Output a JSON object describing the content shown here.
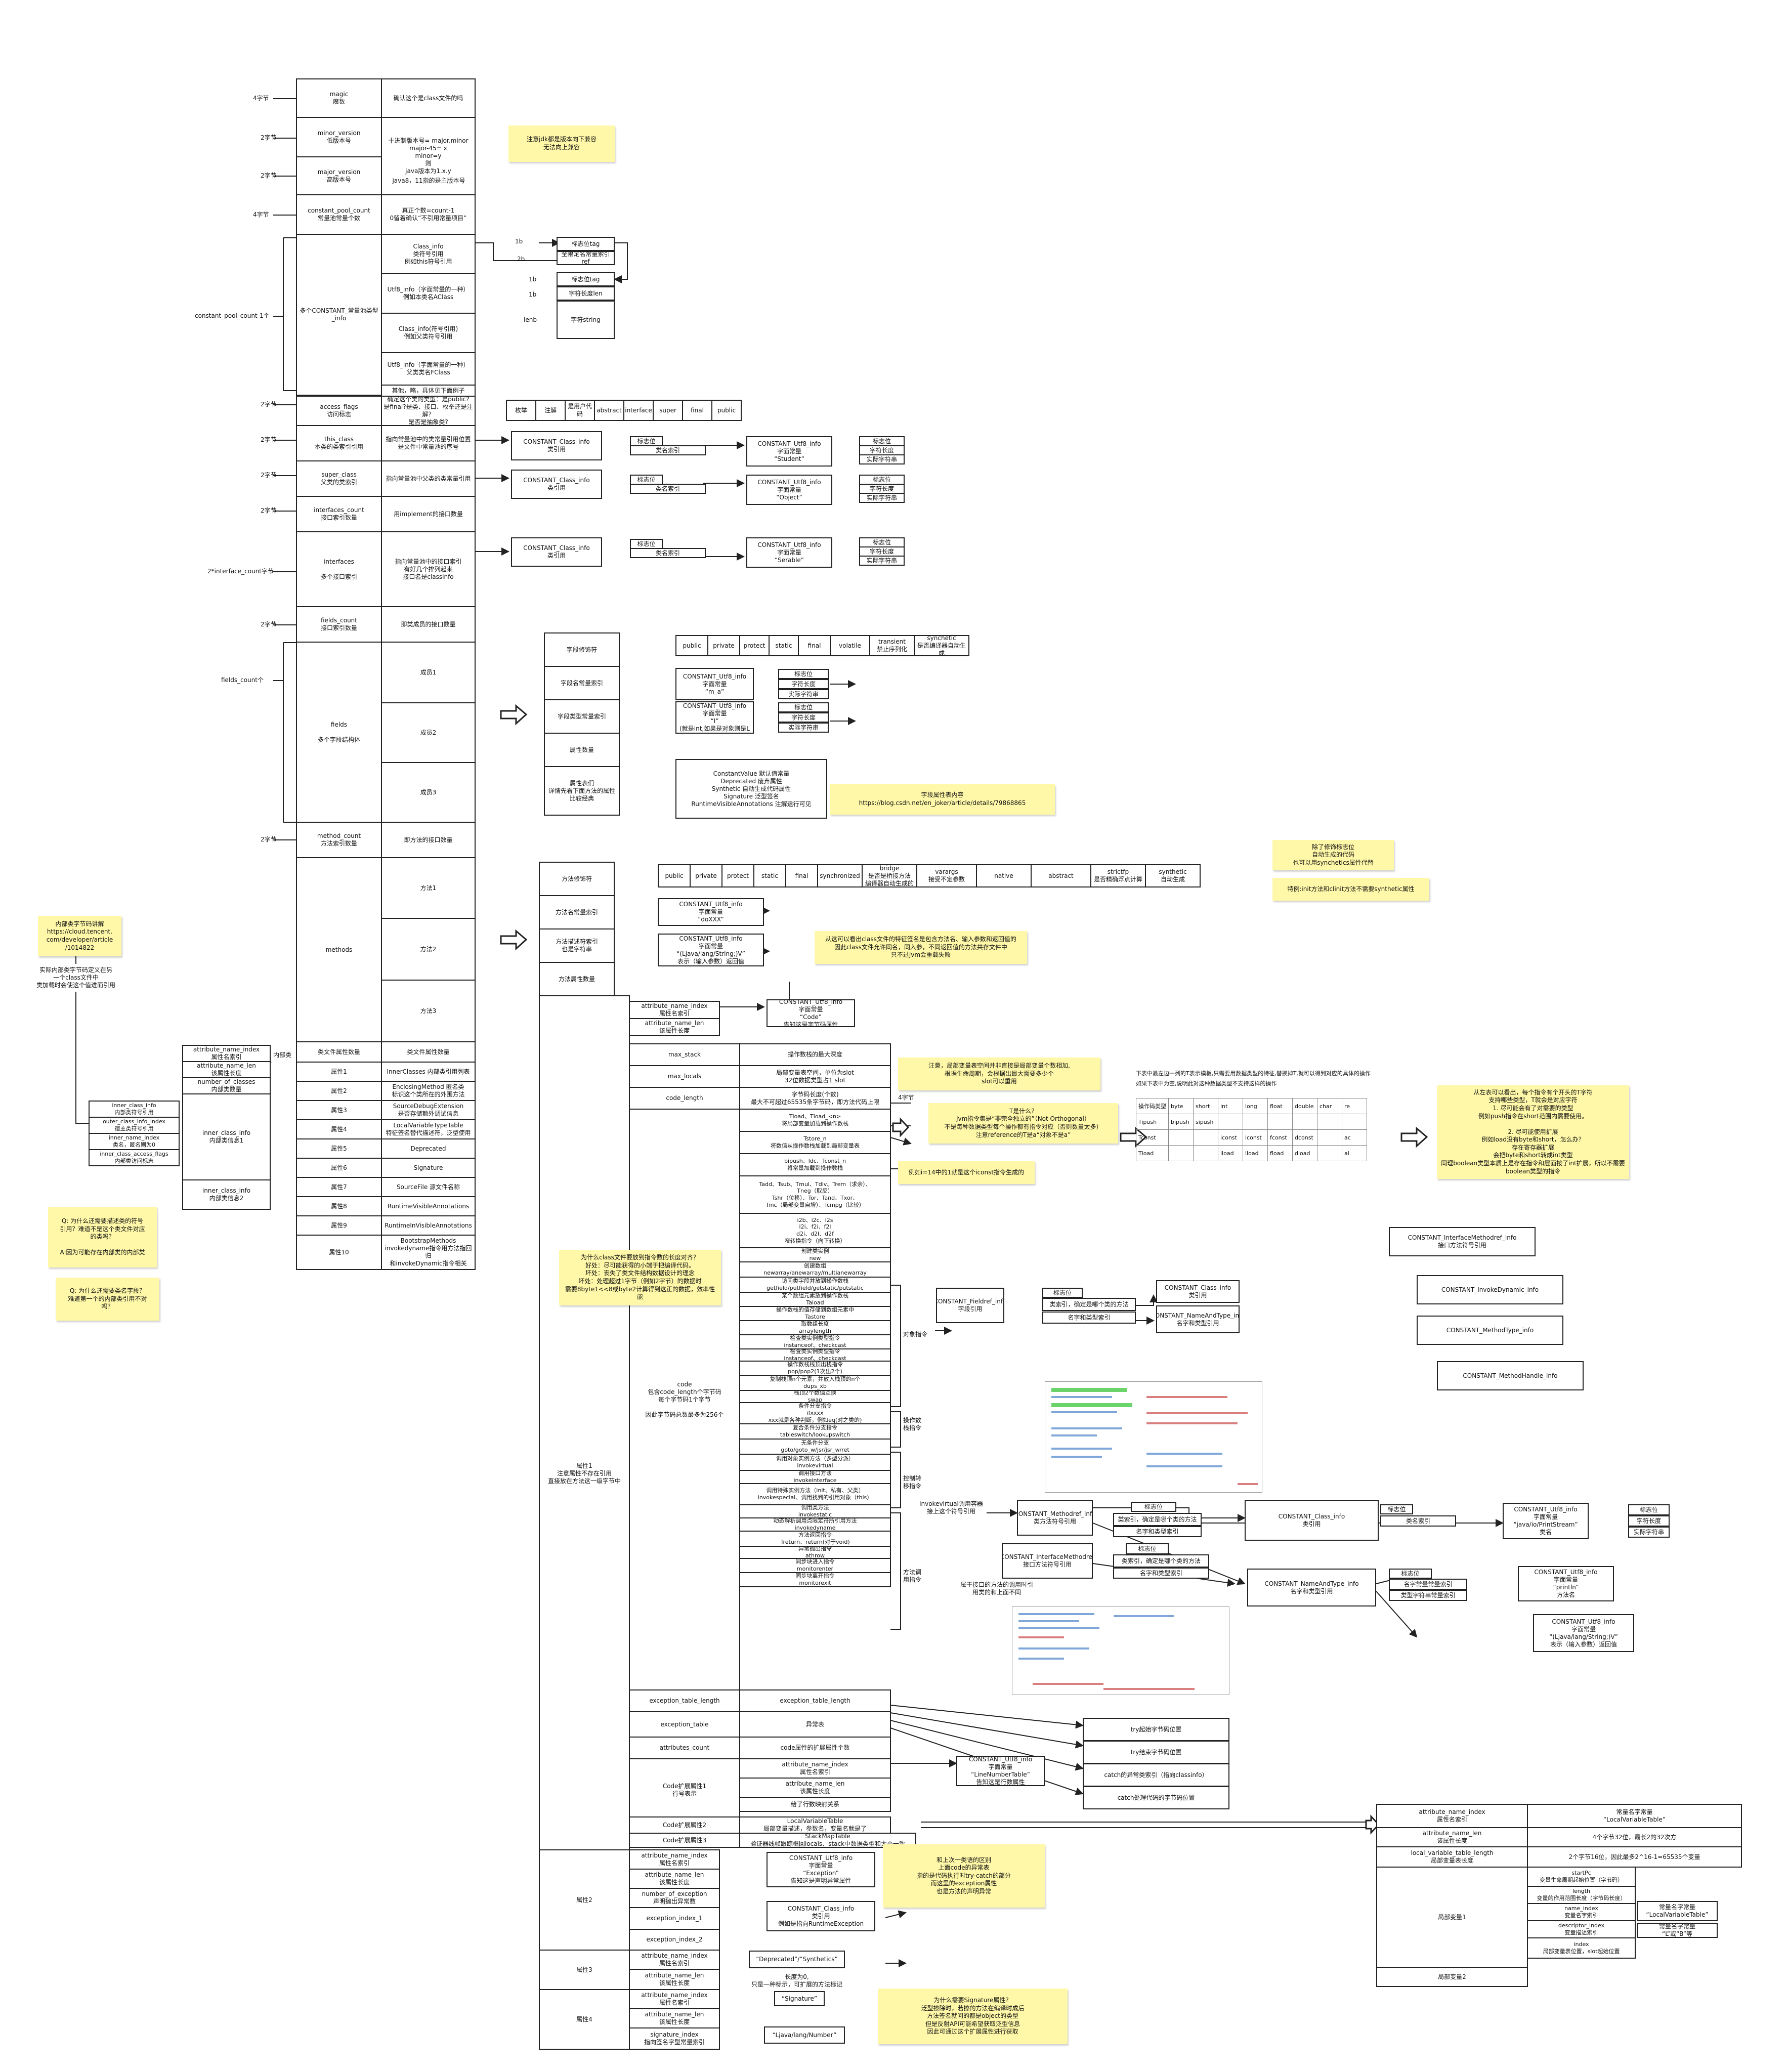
{
  "side": {
    "b4a": "4字节",
    "b2a": "2字节",
    "b2b": "2字节",
    "b4b": "4字节",
    "cp": "constant_pool_count-1个",
    "b2c": "2字节",
    "b2d": "2字节",
    "b2e": "2字节",
    "b2f": "2字节",
    "ifc": "2*interface_count字节",
    "b2g": "2字节",
    "fc": "fields_count个",
    "b2h": "2字节"
  },
  "main": {
    "magic": "magic\n魔数",
    "magic_d": "确认这个是class文件的吗",
    "minor": "minor_version\n低版本号",
    "minor_d": "十进制版本号= major.minor\nmajor-45= x\nminor=y\n则\njava版本为1.x.y",
    "major": "major_version\n高版本号",
    "major_d": "java8，11指的是主版本号",
    "cpc": "constant_pool_count\n常量池常量个数",
    "cpc_d": "真正个数=count-1\n0留着确认“不引用常量项目”",
    "cpi": "多个CONSTANT_常量池类型_info",
    "cp1": "Class_info\n类符号引用\n例如this符号引用",
    "cp2": "Utf8_info（字面常量的一种）\n例如本类名AClass",
    "cp3": "Class_info(符号引用)\n例如父类符号引用",
    "cp4": "Utf8_info（字面常量的一种）\n父类类名FClass",
    "cp5": "其他，略，具体见下面例子",
    "af": "access_flags\n访问标志",
    "af_d": "确定这个类的类型：是public?\n是final?是类、接口、枚举还是注解？\n是否是抽象类?",
    "tc": "this_class\n本类的类索引引用",
    "tc_d": "指向常量池中的类常量引用位置\n是文件中常量池的序号",
    "sc": "super_class\n父类的类索引",
    "sc_d": "指向常量池中父类的类常量引用",
    "ic": "interfaces_count\n接口索引数量",
    "ic_d": "用implement的接口数量",
    "ifs": "interfaces\n\n多个接口索引",
    "ifs_d": "指向常量池中的接口索引\n有好几个排列起来\n接口名是classinfo",
    "fcn": "fields_count\n接口索引数量",
    "fcn_d": "即类成员的接口数量",
    "fields": "fields\n\n多个字段结构体",
    "f1": "成员1",
    "f2": "成员2",
    "f3": "成员3",
    "mc": "method_count\n方法索引数量",
    "mc_d": "即方法的接口数量",
    "methods": "methods",
    "m1": "方法1",
    "m2": "方法2",
    "m3": "方法3",
    "cattr": "类文件属性数量",
    "cattr_d": "类文件属性数量",
    "attrs": [
      [
        "属性1",
        "InnerClasses 内部类引用列表"
      ],
      [
        "属性2",
        "EnclosingMethod 匿名类\n标识这个类所在的外围方法"
      ],
      [
        "属性3",
        "SourceDebugExtension\n是否存储额外调试信息"
      ],
      [
        "属性4",
        "LocalVariableTypeTable\n特征签名替代描述符，泛型使用"
      ],
      [
        "属性5",
        "Deprecated"
      ],
      [
        "属性6",
        "Signature"
      ],
      [
        "属性7",
        "SourceFile 源文件名称"
      ],
      [
        "属性8",
        "RuntimeVisibleAnnotations"
      ],
      [
        "属性9",
        "RuntimeInVisibleAnnotations"
      ],
      [
        "属性10",
        "BootstrapMethods\ninvokedyname指令用方法指回归\n和invokeDynamic指令相关"
      ]
    ]
  },
  "cpdetail": {
    "one_b": "1b",
    "two_b": "2b",
    "one_b2": "1b",
    "one_b3": "1b",
    "lenb": "lenb",
    "tag1": "标志位tag",
    "fq": "全限定名常量索引ref",
    "tag2": "标志位tag",
    "len": "字符长度len",
    "str": "字符string"
  },
  "flags": [
    "枚举",
    "注解",
    "是用户代码",
    "abstract",
    "interface",
    "super",
    "final",
    "public"
  ],
  "thisc": {
    "info": "CONSTANT_Class_info\n类引用",
    "tagl": "标志位",
    "idx": "类名索引",
    "utf": "CONSTANT_Utf8_info\n字面常量\n“Student”",
    "t1": "标志位",
    "t2": "字符长度",
    "t3": "实际字符串"
  },
  "superc": {
    "info": "CONSTANT_Class_info\n类引用",
    "tagl": "标志位",
    "idx": "类名索引",
    "utf": "CONSTANT_Utf8_info\n字面常量\n“Object”",
    "t1": "标志位",
    "t2": "字符长度",
    "t3": "实际字符串"
  },
  "ifcdetail": {
    "info": "CONSTANT_Class_info\n类引用",
    "tagl": "标志位",
    "idx": "类名索引",
    "utf": "CONSTANT_Utf8_info\n字面常量\n“Serable”",
    "t1": "标志位",
    "t2": "字符长度",
    "t3": "实际字符串"
  },
  "field": {
    "mod": "字段修饰符",
    "name": "字段名常量索引",
    "type": "字段类型常量索引",
    "acnt": "属性数量",
    "attr": "属性表们\n详情先看下面方法的属性\n比较经典",
    "mods": [
      "public",
      "private",
      "protect",
      "static",
      "final",
      "volatile",
      "transient\n禁止序列化",
      "synchetic\n是否编译器自动生成"
    ],
    "nutf": "CONSTANT_Utf8_info\n字面常量\n“m_a”",
    "tutf": "CONSTANT_Utf8_info\n字面常量\n“I”\n(就是int,如果是对象则是L",
    "ntags": [
      "标志位",
      "字符长度",
      "实际字符串"
    ],
    "ttags": [
      "标志位",
      "字符长度",
      "实际字符串"
    ],
    "attrs": "ConstantValue 默认值常量\nDeprecated 废弃属性\nSynthetic 自动生成代码属性\nSignature 泛型签名\nRuntimeVisibleAnnotations 注解运行可见"
  },
  "method": {
    "mod": "方法修饰符",
    "name": "方法名常量索引",
    "desc": "方法描述符索引\n也是字符串",
    "acnt": "方法属性数量",
    "mods": [
      "public",
      "private",
      "protect",
      "static",
      "final",
      "synchronized",
      "bridge\n是否是桥接方法\n编译器自动生成的",
      "varargs\n接受不定参数",
      "native",
      "abstract",
      "strictfp\n是否精确浮点计算",
      "synthetic\n自动生成"
    ],
    "nutf": "CONSTANT_Utf8_info\n字面常量\n“doXXX”",
    "dutf": "CONSTANT_Utf8_info\n字面常量\n“(Ljava/lang/String;)V”\n表示（输入参数）返回值"
  },
  "attrcol": {
    "prop1": "属性1\n注意属性不存在引用\n直接放在方法这一级字节中",
    "ani": "attribute_name_index\n属性名索引",
    "anl": "attribute_name_len\n该属性长度",
    "code_utf": "CONSTANT_Utf8_info\n字面常量\n“Code”\n告知这是字节码属性",
    "max_stack": "max_stack",
    "max_stack_d": "操作数栈的最大深度",
    "max_locals": "max_locals",
    "max_locals_d": "局部变量表空间，单位为slot\n32位数据类型占1 slot",
    "code_length": "code_length",
    "code_length_d": "字节码长度(个数)\n最大不可超过65535条字节码，即方法代码上限",
    "code": "code\n包含code_length个字节码\n每个字节码1个字节\n\n因此字节码总数最多为256个",
    "four_b": "4字节",
    "instr": [
      "Tload、Tload_<n>\n将局部变量加载到操作数栈",
      "Tstore_n\n将数值从操作数栈加载到局部变量表",
      "bipush、ldc、Tconst_n\n将常量加载到操作数栈",
      "Tadd、Tsub、Tmul、Tdiv、Trem（求余）、\nTneg（取反）\nTshr（位移）、Tor、Tand、Txor、\nTinc（局部变量自增）、Tcmpg（比较）",
      "i2b、i2c、i2s\nl2i、f2i、f2l\nd2i、d2l、d2f\n窄转换指令（向下转换）",
      "创建类实例\nnew",
      "创建数组\nnewarray/anewarray/multianewarray",
      "访问类字段并放到操作数栈\ngetfield/putfield/getstatic/putstatic",
      "某个数组元素放到操作数栈\nTaload",
      "操作数栈的值存储到数组元素中\nTastore",
      "取数组长度\narraylength",
      "检查类实例类型指令\ninstanceof、checkcast",
      "检查类实例类型指令\ninstanceof、checkcast",
      "操作数栈栈顶出栈指令\npop/pop2(1次出2个)",
      "复制栈顶n个元素，并放入栈顶的n个\ndups_xb",
      "栈顶2个数值互换\nswap",
      "条件分支指令\nifxxxx\nxxx就是各种判断，例如eq(对之类的)",
      "复合条件分支指令\ntableswitch/lookupswitch",
      "无条件分支\ngoto/goto_w/jsr/jsr_w/ret",
      "调用对象实例方法（多型分派）\ninvokevirtual",
      "调用接口方法\ninvokeinterface",
      "调用特殊实例方法（init、私有、父类）\ninvokespecial、调用找到的引用对象（this）",
      "调用类方法\ninvokestatic",
      "动态解析调用点限定符所引用方法\ninvokedyname",
      "方法返回指令\nTreturn、return(对于void)",
      "异常抛出指令\nathrow",
      "同步块进入指令\nmonitorenter",
      "同步块离开指令\nmonitorexit"
    ],
    "exc_len": "exception_table_length",
    "exc_len_d": "exception_table_length",
    "exc_tbl": "exception_table",
    "exc_tbl_d": "异常表",
    "attr_cnt": "attributes_count",
    "attr_cnt_d": "code属性的扩展属性个数",
    "cx1": "Code扩展属性1\n行号表示",
    "cx1_a": "attribute_name_index\n属性名索引",
    "cx1_b": "attribute_name_len\n该属性长度",
    "cx1_c": "给了行数映射关系",
    "cx1_utf": "CONSTANT_Utf8_info\n字面常量\n“LineNumberTable”\n告知这是行数属性",
    "cx2": "Code扩展属性2",
    "cx2_d": "LocalVariableTable\n局部变量描述，参数名，变量名就是了",
    "cx3": "Code扩展属性3",
    "cx3_d": "StackMapTable\n验证器线帧跟踪框回locals、stack中数据类型和大小一致",
    "prop2": "属性2",
    "p2_a": "attribute_name_index\n属性名索引",
    "p2_b": "attribute_name_len\n该属性长度",
    "p2_c": "number_of_exception\n声明抛出异常数",
    "p2_d": "exception_index_1",
    "p2_e": "exception_index_2",
    "p2_utf": "CONSTANT_Utf8_info\n字面常量\n“Exception”\n告知这是声明异常属性",
    "p2_cls": "CONSTANT_Class_info\n类引用\n例如是指向RuntimeException",
    "prop3": "属性3",
    "p3_a": "attribute_name_index\n属性名索引",
    "p3_b": "attribute_name_len\n该属性长度",
    "p3_v": "“Deprecated”/“Synthetics”",
    "p3_len": "长度为0,\n只是一种标示，可扩展的方法标记",
    "prop4": "属性4",
    "p4_a": "attribute_name_index\n属性名索引",
    "p4_b": "attribute_name_len\n该属性长度",
    "p4_c": "signature_index\n指向签名字型常量索引",
    "p4_v": "“Signature”",
    "p4_s": "“Ljava/lang/Number”"
  },
  "groups": [
    "对象指令",
    "操作数\n栈指令",
    "控制转\n移指令",
    "方法调\n用指令"
  ],
  "exc": [
    "try起始字节码位置",
    "try结束字节码位置",
    "catch的异常类索引（指向classinfo）",
    "catch处理代码的字节码位置"
  ],
  "refs": {
    "fieldref": "CONSTANT_Fieldref_info\n字段引用",
    "fr_tag": "标志位",
    "fr_cls": "类索引，确定是哪个类的方法",
    "fr_nt": "名字和类型索引",
    "fr_c": "CONSTANT_Class_info\n类引用",
    "fr_nat": "CONSTANT_NameAndType_info\n名字和类型引用",
    "imr": "CONSTANT_InterfaceMethodref_info\n接口方法符号引用",
    "idy": "CONSTANT_InvokeDynamic_info",
    "mt": "CONSTANT_MethodType_info",
    "mh": "CONSTANT_MethodHandle_info",
    "iv_note": "invokevirtual调用容器\n接上这个符号引用",
    "mr": "CONSTANT_Methodref_info\n类方法符号引用",
    "mr_tag": "标志位",
    "mr_cls": "类索引，确定是哪个类的方法",
    "mr_nt": "名字和类型索引",
    "mr_c": "CONSTANT_Class_info\n类引用",
    "mr_ctag": "标志位",
    "mr_cidx": "类名索引",
    "mr_utf": "CONSTANT_Utf8_info\n字面常量\n“java/io/PrintStream”\n类名",
    "mr_t": [
      "标志位",
      "字符长度",
      "实际字符串"
    ],
    "ii_note": "属于接口的方法的调用时引\n用类的和上面不同",
    "ir": "CONSTANT_InterfaceMethodref\n接口方法符号引用",
    "ir_tag": "标志位",
    "ir_cls": "类索引，确定是哪个类的方法",
    "ir_nt": "名字和类型索引",
    "nt": "CONSTANT_NameAndType_info\n名字和类型引用",
    "nt_tag": "标志位",
    "nt_n": "名字常量常量索引",
    "nt_t": "类型字符串常量索引",
    "nt_u1": "CONSTANT_Utf8_info\n字面常量\n“println”\n方法名",
    "nt_u2": "CONSTANT_Utf8_info\n字面常量\n“(Ljava/lang/String;)V”\n表示（输入参数）返回值"
  },
  "lvt": {
    "a": "attribute_name_index\n属性名索引",
    "a_v": "常量名字常量\n“LocalVariableTable”",
    "b": "attribute_name_len\n该属性长度",
    "b_v": "4个字节32位，最长2的32次方",
    "c": "local_variable_table_length\n局部变量表长度",
    "c_v": "2个字节16位，因此最多2^16-1=65535个变量",
    "d": "局部变量1",
    "d_rows": [
      "startPc\n变量生命周期起始位置（字节码）",
      "length\n变量的作用范围长度（字节码长度）",
      "name_index\n变量名字索引",
      "descriptor_index\n变量描述索引",
      "index\n局部变量表位置，slot起始位置"
    ],
    "d_n": "常量名字常量\n“LocalVariableTable”",
    "d_d": "常量名字常量\n“L”或“B”等",
    "e": "局部变量2"
  },
  "types": {
    "title1": "下表中最左边一列的T表示模板,只需要用数据类型的特征,替换掉T,就可以得到对应的具体的操作",
    "title2": "如果下表中为空,说明此对这种数据类型不支持这样的操作",
    "hdr": [
      "操作码类型",
      "byte",
      "short",
      "int",
      "long",
      "float",
      "double",
      "char",
      "re"
    ],
    "r1": [
      "Tipush",
      "bipush",
      "sipush",
      "",
      "",
      "",
      "",
      "",
      ""
    ],
    "r2": [
      "Tconst",
      "",
      "",
      "iconst",
      "lconst",
      "fconst",
      "dconst",
      "",
      "ac"
    ],
    "r3": [
      "Tload",
      "",
      "",
      "iload",
      "lload",
      "fload",
      "dload",
      "",
      "al"
    ]
  },
  "notes": {
    "jdk": "注意jdk都是版本向下兼容\n无法向上兼容",
    "fattr": "字段属性表内容\nhttps://blog.csdn.net/en_joker/article/details/79868865",
    "access": "除了修饰标志位\n自动生成的代码\n也可以用synchetics属性代替",
    "syn": "特例:init方法和clinit方法不需要synthetic属性",
    "ov": "从这可以看出class文件的特征签名是包含方法名、输入参数和返回值的\n因此class文件允许同名，同入参，不同返回值的方法共存文件中\n只不过jvm会重载失败",
    "slot": "注意，局部变量表空间并非直接是局部变量个数相加,\n根据生命周期，会根据出最大需要多少个\nslot可以重用",
    "orth": "T是什么？\njvm指令集是“非完全独立的”（Not Orthogonal）\n不是每种数据类型每个操作都有指令对应（否则数量太多）\n注意reference的T是a“对象不是a”",
    "bipush": "例如i=14中的1就是这个iconst指令生成的",
    "widen": "从左表可以看出，每个指令有个开头的T字符\n支持哪些类型，T就会是对应字符\n1. 尽可能会有了对需要的类型\n例如push指令在short范围内需要使用。\n\n2. 尽可能使用扩展\n例如load没有byte和short，怎么办？\n存在寄存器扩展\n会把byte和short转成int类型\n同理boolean类型本质上是存在指令和层面按了int扩展，所以不需要\nboolean类型的指令",
    "stack": "为什么class文件要放到指令数的长度对齐？\n好处：尽可能获得的小端于把编译代码。\n坏处：丧失了类文件结构数据设计的理念\n坏处：处理超过1字节（例如2字节）的数据时\n需要8byte1<<8或byte2计算得到这正的数据，效率性能",
    "inner": "内部类字节码讲解\nhttps://cloud.tencent.\ncom/developer/article\n/1014822",
    "q1": "Q: 为什么还需要描述类的符号\n引用？难道不是这个类文件对应\n的类吗？\n\nA:因为可能存在内部类的内部类",
    "q2": "Q: 为什么还需要类名字段？\n难道第一个的内部类引用不对\n吗？",
    "sig": "为什么需要Signature属性？\n泛型擦除时，若擦的方法在编译时成后\n方法签名就问的都是object的类型\n但是反射API可能希望获取泛型信息\n因此可通过这个扩展属性进行获取",
    "exc": "和上次一类语的区别\n上面code的异常表\n指的是代码执行时try-catch的部分\n而这里的exception属性\n也是方法的声明异常"
  },
  "inner": {
    "expl": "实际内部类字节码定义在另\n一个class文件中\n类加载时会使这个值进而引用",
    "ani": "attribute_name_index\n属性名索引",
    "anl": "attribute_name_len\n该属性长度",
    "noc": "number_of_classes\n内部类数量",
    "ic1": "inner_class_info\n内部类信息1",
    "ic2": "inner_class_info\n内部类信息2",
    "sub": [
      "inner_class_info\n内部类符号引用",
      "outer_class_info_index\n宿主类符号引用",
      "inner_name_index\n类名，匿名则为0",
      "inner_class_access_flags\n内部类访问标志"
    ],
    "lbl": "内部类"
  }
}
